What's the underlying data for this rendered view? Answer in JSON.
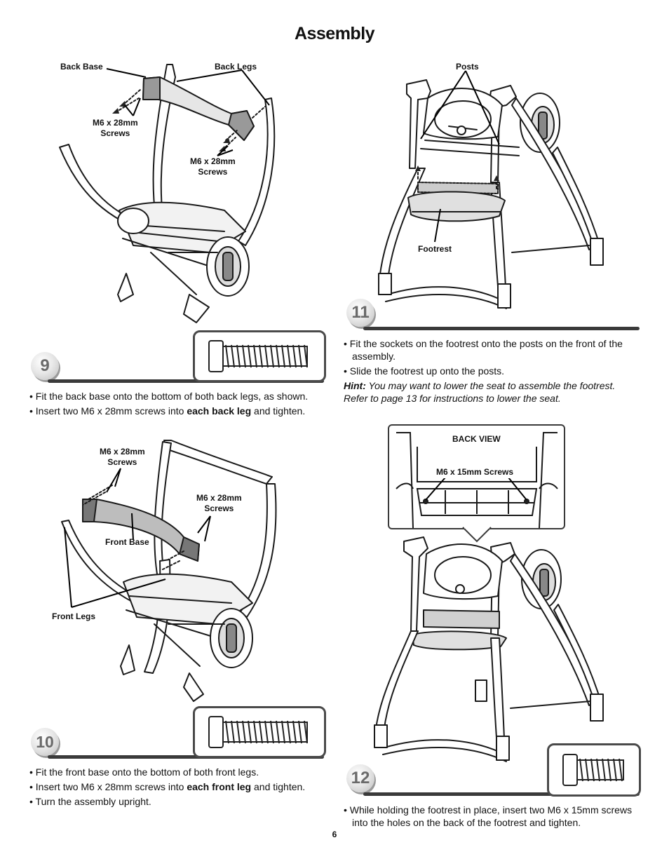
{
  "page": {
    "title": "Assembly",
    "page_number": "6"
  },
  "step9": {
    "number": "9",
    "labels": {
      "back_base": "Back Base",
      "back_legs": "Back Legs",
      "screws_a": [
        "M6 x 28mm",
        "Screws"
      ],
      "screws_b": [
        "M6 x 28mm",
        "Screws"
      ]
    },
    "bullet1": "Fit the back base onto the bottom of both back legs, as shown.",
    "bullet2_pre": "Insert two M6 x 28mm screws into ",
    "bullet2_bold": "each back leg",
    "bullet2_post": " and tighten."
  },
  "step10": {
    "number": "10",
    "labels": {
      "screws_a": [
        "M6 x 28mm",
        "Screws"
      ],
      "screws_b": [
        "M6 x 28mm",
        "Screws"
      ],
      "front_base": "Front Base",
      "front_legs": "Front Legs"
    },
    "bullet1": "Fit the front base onto the bottom of both front legs.",
    "bullet2_pre": "Insert two M6 x 28mm screws into ",
    "bullet2_bold": "each front leg",
    "bullet2_post": " and tighten.",
    "bullet3": "Turn the assembly upright."
  },
  "step11": {
    "number": "11",
    "labels": {
      "posts": "Posts",
      "footrest": "Footrest"
    },
    "bullet1": "Fit the sockets on the footrest onto the posts on the front of the assembly.",
    "bullet2": "Slide the footrest up onto the posts.",
    "hint_label": "Hint:",
    "hint_text": " You may want to lower the seat to assemble the footrest. Refer to page 13 for instructions to lower the seat."
  },
  "step12": {
    "number": "12",
    "labels": {
      "back_view": "BACK VIEW",
      "screws": "M6 x 15mm Screws"
    },
    "bullet1": "While holding the footrest in place, insert two M6 x 15mm screws into the holes on the back of the footrest and tighten."
  }
}
